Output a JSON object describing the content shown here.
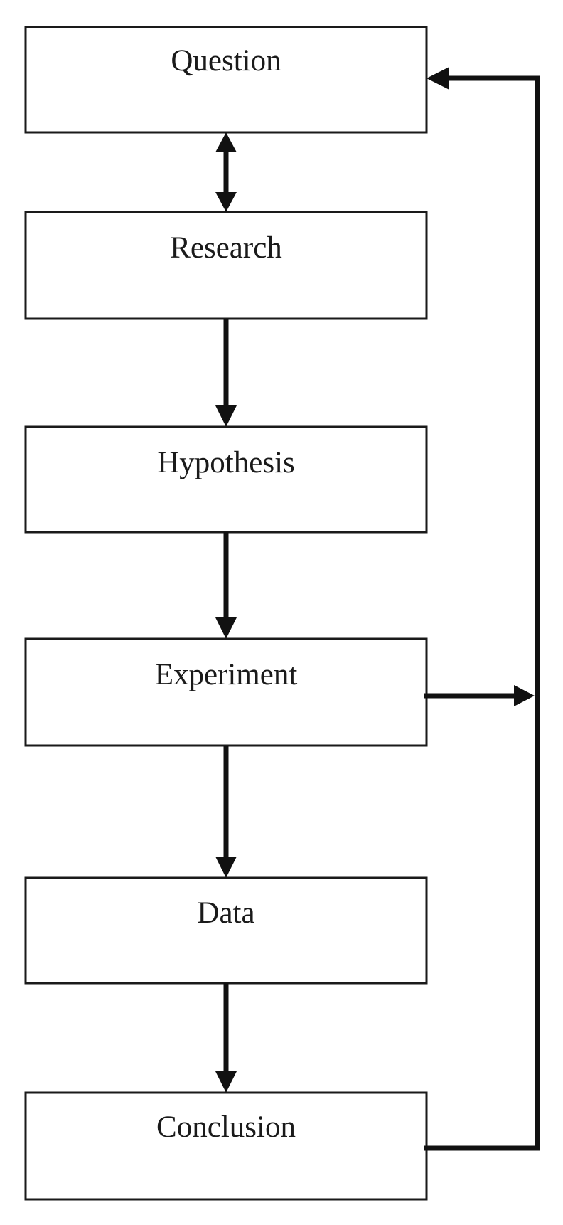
{
  "diagram": {
    "steps": [
      {
        "id": "question",
        "label": "Question"
      },
      {
        "id": "research",
        "label": "Research"
      },
      {
        "id": "hypothesis",
        "label": "Hypothesis"
      },
      {
        "id": "experiment",
        "label": "Experiment"
      },
      {
        "id": "data",
        "label": "Data"
      },
      {
        "id": "conclusion",
        "label": "Conclusion"
      }
    ],
    "colors": {
      "line": "#111111",
      "box_border": "#1a1a1a",
      "background": "#ffffff"
    }
  }
}
